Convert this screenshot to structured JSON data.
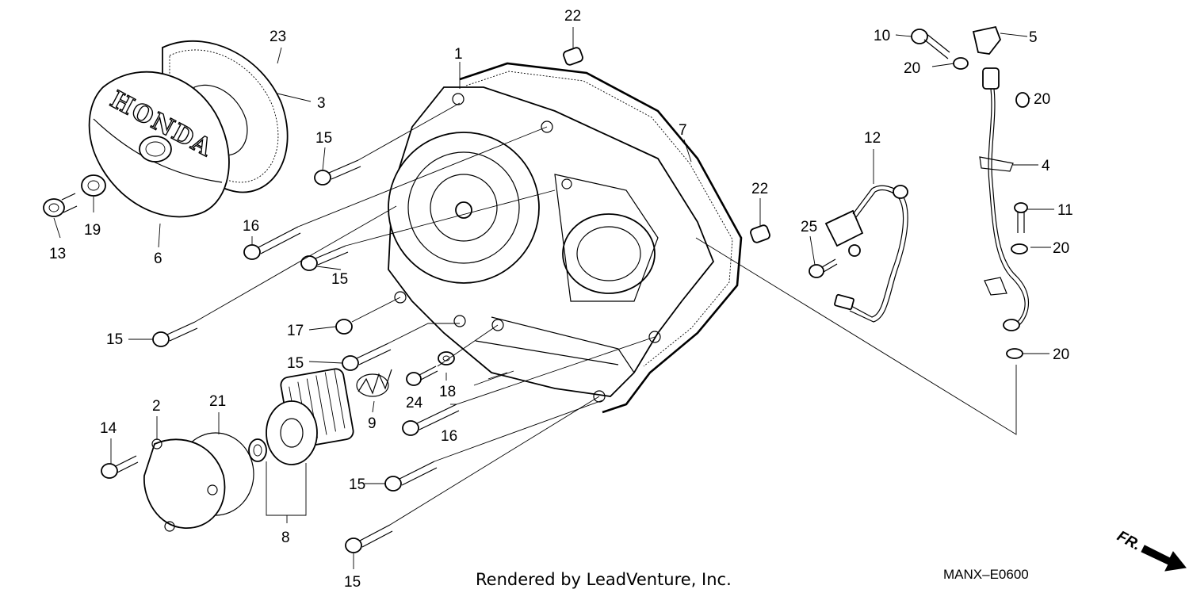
{
  "diagram": {
    "callouts": [
      {
        "id": "c1",
        "text": "1"
      },
      {
        "id": "c2",
        "text": "2"
      },
      {
        "id": "c3",
        "text": "3"
      },
      {
        "id": "c4",
        "text": "4"
      },
      {
        "id": "c5",
        "text": "5"
      },
      {
        "id": "c6",
        "text": "6"
      },
      {
        "id": "c7",
        "text": "7"
      },
      {
        "id": "c8",
        "text": "8"
      },
      {
        "id": "c9",
        "text": "9"
      },
      {
        "id": "c10",
        "text": "10"
      },
      {
        "id": "c11",
        "text": "11"
      },
      {
        "id": "c12",
        "text": "12"
      },
      {
        "id": "c13",
        "text": "13"
      },
      {
        "id": "c14",
        "text": "14"
      },
      {
        "id": "c15a",
        "text": "15"
      },
      {
        "id": "c15b",
        "text": "15"
      },
      {
        "id": "c15c",
        "text": "15"
      },
      {
        "id": "c15d",
        "text": "15"
      },
      {
        "id": "c15e",
        "text": "15"
      },
      {
        "id": "c15f",
        "text": "15"
      },
      {
        "id": "c16a",
        "text": "16"
      },
      {
        "id": "c16b",
        "text": "16"
      },
      {
        "id": "c17",
        "text": "17"
      },
      {
        "id": "c18",
        "text": "18"
      },
      {
        "id": "c19",
        "text": "19"
      },
      {
        "id": "c20a",
        "text": "20"
      },
      {
        "id": "c20b",
        "text": "20"
      },
      {
        "id": "c20c",
        "text": "20"
      },
      {
        "id": "c20d",
        "text": "20"
      },
      {
        "id": "c21",
        "text": "21"
      },
      {
        "id": "c22a",
        "text": "22"
      },
      {
        "id": "c22b",
        "text": "22"
      },
      {
        "id": "c23",
        "text": "23"
      },
      {
        "id": "c24",
        "text": "24"
      },
      {
        "id": "c25",
        "text": "25"
      }
    ],
    "logo_text": "HONDA",
    "footer_credit": "Rendered by LeadVenture, Inc.",
    "diagram_code": "MANX–E0600",
    "front_marker": "FR."
  }
}
